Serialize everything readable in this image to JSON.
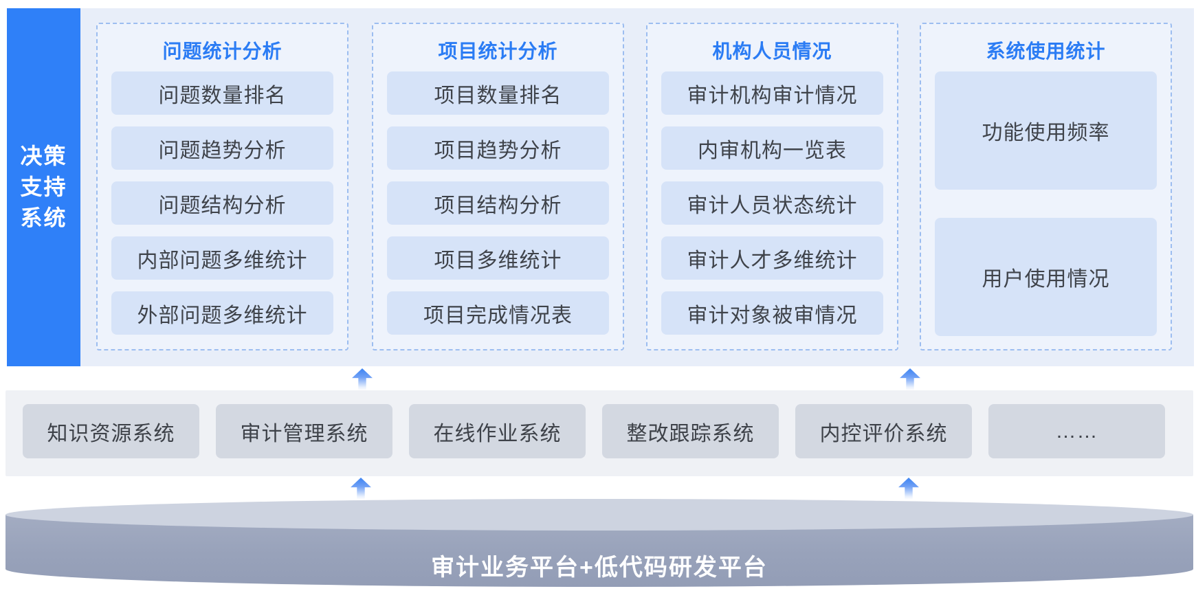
{
  "colors": {
    "sidebar_blue": "#2f80f8",
    "header_blue": "#2b7cf4",
    "main_bg": "#e8eef9",
    "column_bg": "#eef3fc",
    "dashed_border": "#9cbdf0",
    "item_box": "#d6e3f8",
    "strip_bg": "#eff1f5",
    "strip_box": "#d3d8e1",
    "platform_top": "#cdd3e0",
    "platform_body": "#98a2ba",
    "arrow_blue": "#3d84f3"
  },
  "sidebar": {
    "full_title": "决策支持系统",
    "title_lines": [
      "决策",
      "支持",
      "系统"
    ]
  },
  "columns": [
    {
      "header": "问题统计分析",
      "items": [
        "问题数量排名",
        "问题趋势分析",
        "问题结构分析",
        "内部问题多维统计",
        "外部问题多维统计"
      ]
    },
    {
      "header": "项目统计分析",
      "items": [
        "项目数量排名",
        "项目趋势分析",
        "项目结构分析",
        "项目多维统计",
        "项目完成情况表"
      ]
    },
    {
      "header": "机构人员情况",
      "items": [
        "审计机构审计情况",
        "内审机构一览表",
        "审计人员状态统计",
        "审计人才多维统计",
        "审计对象被审情况"
      ]
    },
    {
      "header": "系统使用统计",
      "items": [
        "功能使用频率",
        "用户使用情况"
      ],
      "tall": true
    }
  ],
  "middle_systems": [
    "知识资源系统",
    "审计管理系统",
    "在线作业系统",
    "整改跟踪系统",
    "内控评价系统",
    "……"
  ],
  "platform": {
    "label": "审计业务平台+低代码研发平台"
  }
}
